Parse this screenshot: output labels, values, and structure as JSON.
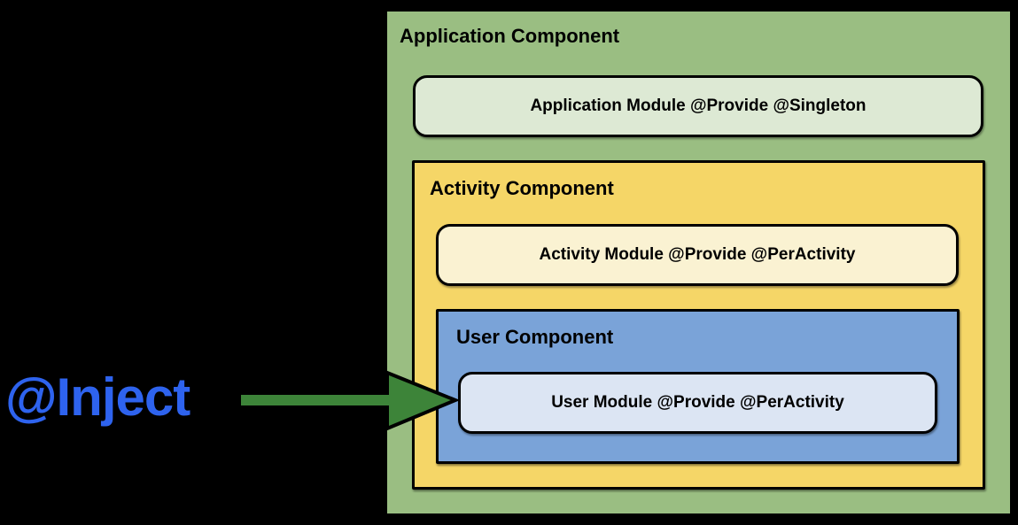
{
  "diagram": {
    "application_component": {
      "title": "Application Component",
      "module_label": "Application Module @Provide @Singleton"
    },
    "activity_component": {
      "title": "Activity Component",
      "module_label": "Activity Module @Provide @PerActivity"
    },
    "user_component": {
      "title": "User Component",
      "module_label": "User Module @Provide @PerActivity"
    },
    "inject_label": "@Inject"
  },
  "colors": {
    "background": "#000000",
    "application_component_fill": "#9ABE82",
    "application_module_fill": "#DDE9D4",
    "activity_component_fill": "#F5D667",
    "activity_module_fill": "#FAF2D2",
    "user_component_fill": "#7AA3D8",
    "user_module_fill": "#DCE5F3",
    "border": "#000000",
    "arrow_fill": "#3D8439",
    "inject_text": "#2E63EE"
  }
}
